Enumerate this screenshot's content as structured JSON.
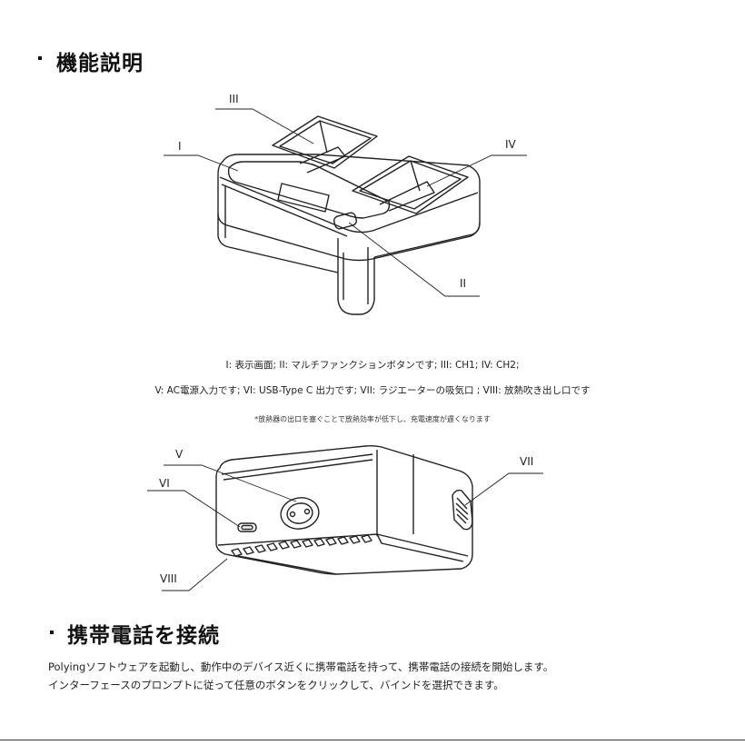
{
  "section1": {
    "title": "機能説明"
  },
  "callouts_top": {
    "i": "I",
    "ii": "II",
    "iii": "III",
    "iv": "IV"
  },
  "captions": {
    "line1": "I: 表示画面; II: マルチファンクションボタンです; III: CH1; IV: CH2;",
    "line2": "V: AC電源入力です; VI: USB-Type C 出力です; VII:  ラジエーターの吸気口 ; VIII: 放熱吹き出し口です",
    "note": "*放熱器の出口を塞ぐことで放熱効率が低下し、充電速度が遅くなります"
  },
  "callouts_bottom": {
    "v": "V",
    "vi": "VI",
    "vii": "VII",
    "viii": "VIII"
  },
  "section2": {
    "title": "携帯電話を接続",
    "para_line1": "Polyingソフトウェアを起動し、動作中のデバイス近くに携帯電話を持って、携帯電話の接続を開始します。",
    "para_line2": "インターフェースのプロンプトに従って任意のボタンをクリックして、バインドを選択できます。"
  }
}
